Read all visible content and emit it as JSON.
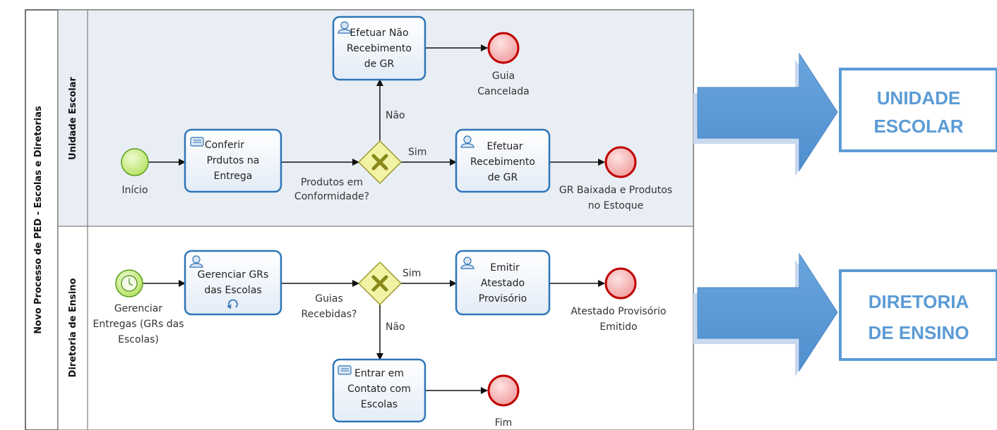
{
  "pool": {
    "title": "Novo Processo de PED - Escolas e Diretorias"
  },
  "lanes": [
    {
      "title": "Unidade Escolar"
    },
    {
      "title": "Diretoria de Ensino"
    }
  ],
  "elements": {
    "start_inicio": {
      "label": "Início"
    },
    "task_conferir": {
      "label": [
        "Conferir",
        "Prdutos na",
        "Entrega"
      ]
    },
    "gateway_conformidade": {
      "label": [
        "Produtos em",
        "Conformidade?"
      ]
    },
    "task_nao_recebimento": {
      "label": [
        "Efetuar Não",
        "Recebimento",
        "de GR"
      ]
    },
    "end_cancelada": {
      "label": [
        "Guia",
        "Cancelada"
      ]
    },
    "task_recebimento": {
      "label": [
        "Efetuar",
        "Recebimento",
        "de GR"
      ]
    },
    "end_baixada": {
      "label": [
        "GR Baixada e Produtos",
        "no Estoque"
      ]
    },
    "start_timer": {
      "label": [
        "Gerenciar",
        "Entregas (GRs das",
        "Escolas)"
      ]
    },
    "task_gerenciar": {
      "label": [
        "Gerenciar GRs",
        "das Escolas"
      ]
    },
    "gateway_guias": {
      "label": [
        "Guias",
        "Recebidas?"
      ]
    },
    "task_atestado": {
      "label": [
        "Emitir",
        "Atestado",
        "Provisório"
      ]
    },
    "end_atestado": {
      "label": [
        "Atestado Provisório",
        "Emitido"
      ]
    },
    "task_contato": {
      "label": [
        "Entrar em",
        "Contato com",
        "Escolas"
      ]
    },
    "end_fim": {
      "label": "Fim"
    }
  },
  "flows": {
    "nao_ue": "Não",
    "sim_ue": "Sim",
    "sim_de": "Sim",
    "nao_de": "Não"
  },
  "callouts": [
    {
      "lines": [
        "UNIDADE",
        "ESCOLAR"
      ]
    },
    {
      "lines": [
        "DIRETORIA",
        "DE ENSINO"
      ]
    }
  ],
  "colors": {
    "lane_top_fill": "#e9eef5",
    "task_border": "#2e75b6",
    "gateway_fill": "#f0f0a0",
    "start_fill": "#c6ef84",
    "end_fill": "#f4b3b3",
    "end_stroke": "#c00000",
    "arrow_fill": "#5b9bd5",
    "callout_border": "#5b9bd5"
  }
}
